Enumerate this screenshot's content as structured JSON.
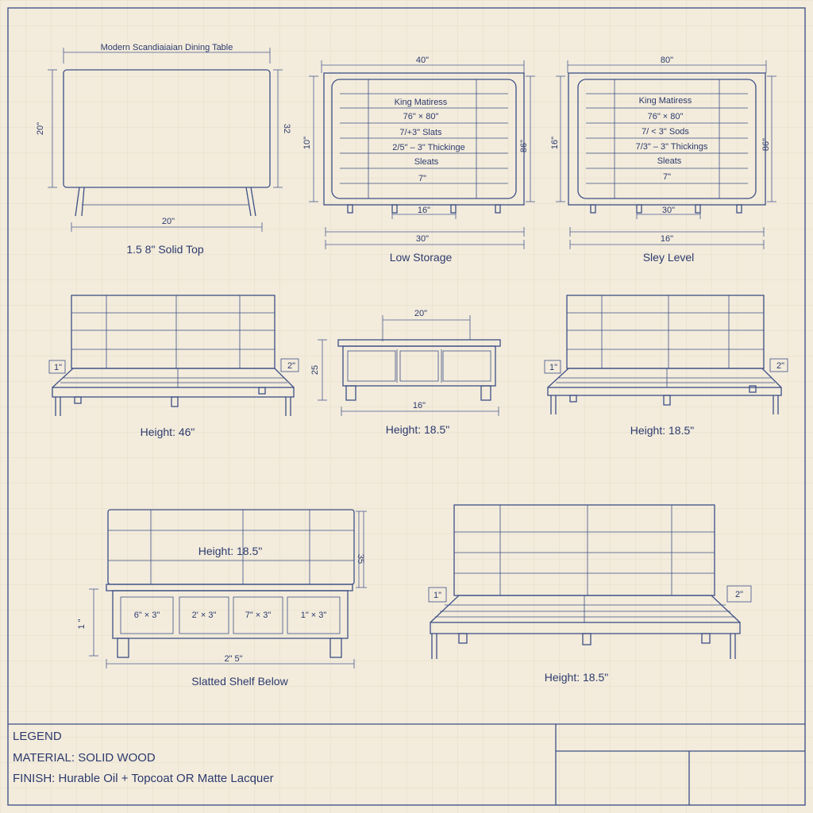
{
  "views": {
    "table_top": {
      "title": "Modern Scandiaiaian Dining Table",
      "left_dim": "20\"",
      "right_dim": "32",
      "bottom_dim": "20\"",
      "caption": "1.5 8\" Solid Top"
    },
    "low_storage": {
      "top_dim": "40\"",
      "left_dim": "10\"",
      "right_dim": "86\"",
      "lines": [
        "King Matiress",
        "76\" × 80\"",
        "7/+3\" Slats",
        "2/5\" – 3\" Thickinge",
        "Sleats",
        "7\""
      ],
      "inner_dim": "16\"",
      "bottom_dim": "30\"",
      "caption": "Low Storage"
    },
    "sley_level": {
      "top_dim": "80\"",
      "left_dim": "16\"",
      "right_dim": "86\"",
      "lines": [
        "King Matiress",
        "76\" × 80\"",
        "7/ < 3\" Sods",
        "7/3\" – 3\" Thickings",
        "Sleats",
        "7\""
      ],
      "inner_dim": "30\"",
      "bottom_dim": "16\"",
      "caption": "Sley Level"
    },
    "bed_a": {
      "left_dim": "1\"",
      "right_dim": "2\"",
      "caption": "Height: 46\""
    },
    "bench": {
      "top_dim": "20\"",
      "left_dim": "25",
      "bottom_dim": "16\"",
      "caption": "Height: 18.5\""
    },
    "bed_b": {
      "left_dim": "1\"",
      "right_dim": "2\"",
      "caption": "Height: 18.5\""
    },
    "storage_bed": {
      "height_label": "Height: 18.5\"",
      "right_dim": "35",
      "left_dim": "1 \"",
      "drawers": [
        "6\" × 3\"",
        "2' × 3\"",
        "7\" × 3\"",
        "1\" × 3\""
      ],
      "bottom_dim": "2\" 5\"",
      "caption": "Slatted Shelf Below"
    },
    "bed_c": {
      "left_dim": "1\"",
      "right_dim": "2\"",
      "caption": "Height: 18.5\""
    }
  },
  "legend": {
    "heading": "LEGEND",
    "material": "MATERIAL: SOLID WOOD",
    "finish": "FINISH: Hurable Oil + Topcoat OR Matte Lacquer"
  }
}
